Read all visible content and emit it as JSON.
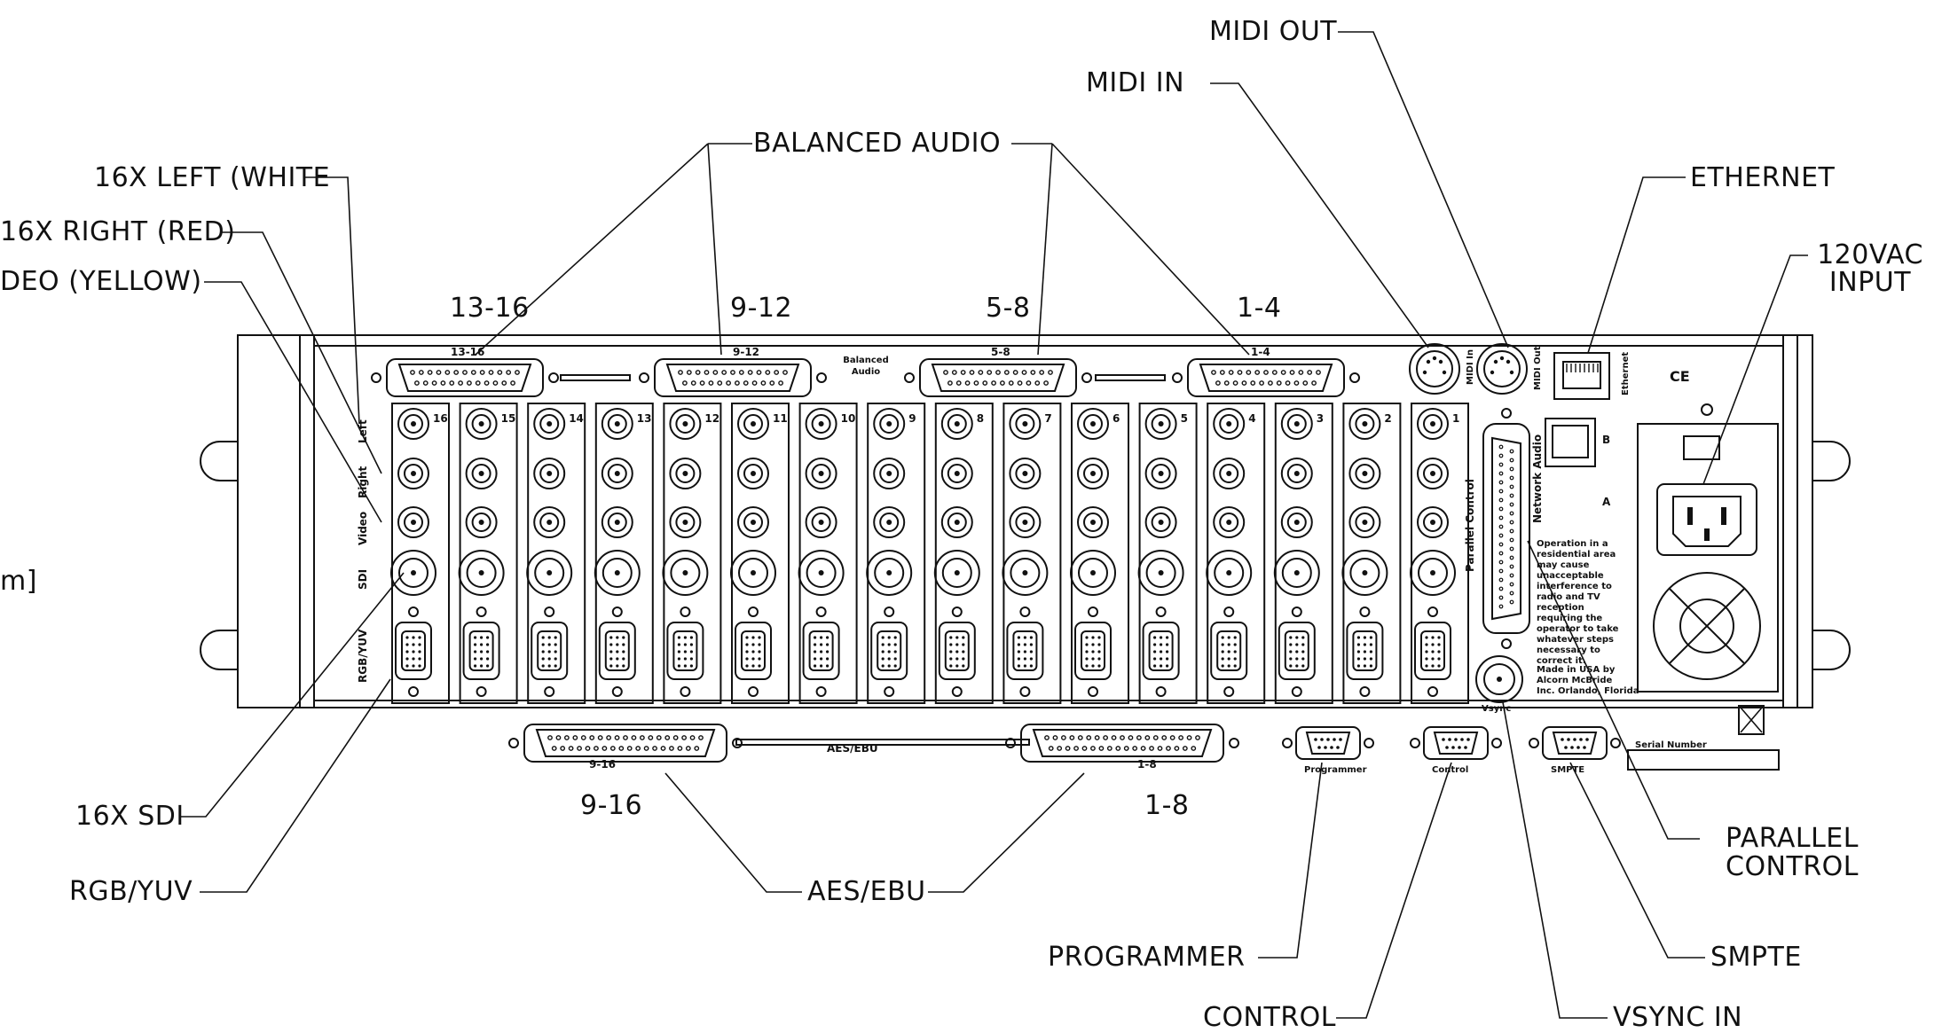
{
  "callouts": {
    "midi_out": "MIDI OUT",
    "midi_in": "MIDI IN",
    "balanced_audio": "BALANCED AUDIO",
    "left_white": "16X LEFT (WHITE",
    "right_red": "16X RIGHT (RED)",
    "video_yellow": "DEO (YELLOW)",
    "mm_fragment": "m]",
    "ethernet": "ETHERNET",
    "vac_input_line1": "120VAC",
    "vac_input_line2": "INPUT",
    "sdi": "16X SDI",
    "rgb_yuv": "RGB/YUV",
    "aes_ebu": "AES/EBU",
    "parallel_control_line1": "PARALLEL",
    "parallel_control_line2": "CONTROL",
    "smpte": "SMPTE",
    "programmer": "PROGRAMMER",
    "control": "CONTROL",
    "vsync_in": "VSYNC IN"
  },
  "group_labels": {
    "bal_13_16": "13-16",
    "bal_9_12": "9-12",
    "bal_5_8": "5-8",
    "bal_1_4": "1-4",
    "aes_9_16": "9-16",
    "aes_1_8": "1-8"
  },
  "panel": {
    "row_labels": [
      "Left",
      "Right",
      "Video",
      "SDI",
      "RGB/YUV"
    ],
    "channel_numbers": [
      "16",
      "15",
      "14",
      "13",
      "12",
      "11",
      "10",
      "9",
      "8",
      "7",
      "6",
      "5",
      "4",
      "3",
      "2",
      "1"
    ],
    "dsub_labels": [
      "13-16",
      "9-12",
      "5-8",
      "1-4"
    ],
    "balanced_audio_tag": "Balanced Audio",
    "aes_tag": "AES/EBU",
    "aes_dsub_labels": [
      "9-16",
      "1-8"
    ],
    "midi_in_tag": "MIDI In",
    "midi_out_tag": "MIDI Out",
    "ethernet_tag": "Ethernet",
    "network_audio_tag": "Network Audio",
    "parallel_control_tag": "Parallel Control",
    "port_b": "B",
    "port_a": "A",
    "ce_mark": "CE",
    "vsync_tag": "Vsync",
    "programmer_tag": "Programmer",
    "control_tag": "Control",
    "smpte_tag": "SMPTE",
    "serial_tag": "Serial Number",
    "fcc_note": "Operation in a\nresidential area\nmay cause\nunacceptable\ninterference to\nradio and TV\nreception\nrequiring the\noperator to take\nwhatever steps\nnecessary to\ncorrect it.",
    "made_in_note": "Made in USA by\nAlcorn McBride\nInc. Orlando, Florida"
  }
}
